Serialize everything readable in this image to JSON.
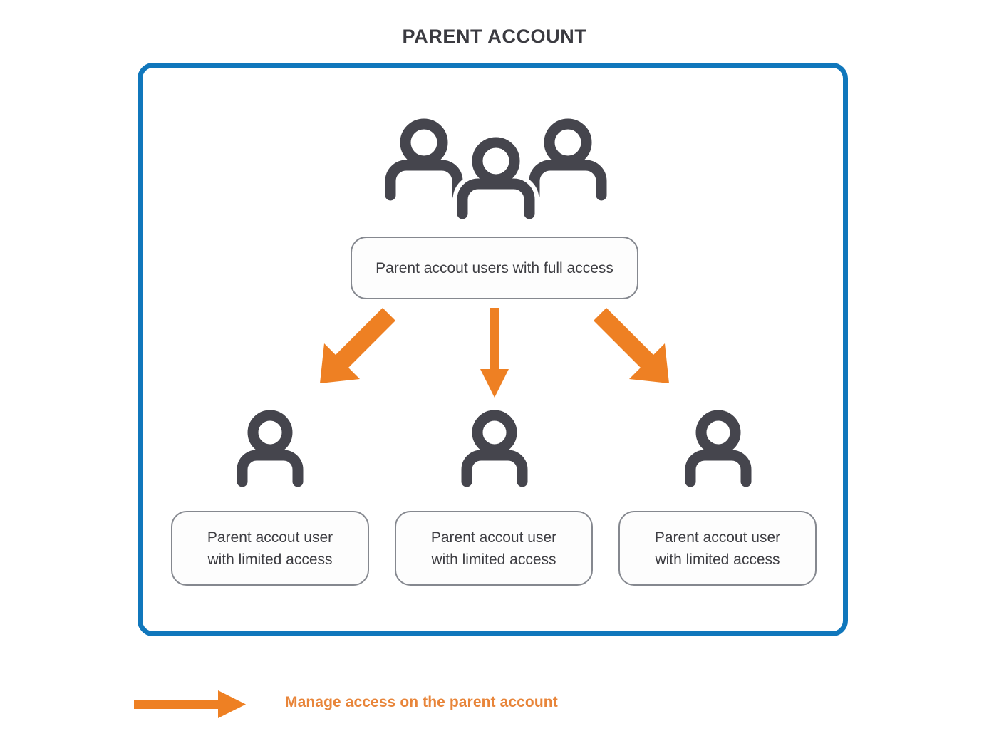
{
  "page": {
    "title": "PARENT ACCOUNT",
    "background": "#ffffff"
  },
  "colors": {
    "frame_blue": "#1077BC",
    "arrow_orange": "#EE8023",
    "legend_text_orange": "#E8853A",
    "icon_gray": "#45454D",
    "box_border_gray": "#85888f",
    "title_gray": "#3b3b41",
    "box_text_gray": "#3d3d42"
  },
  "frame": {
    "name": "parent-account-frame"
  },
  "parent_node": {
    "icon": "three-users-icon",
    "label": "Parent accout users with full access"
  },
  "child_nodes": [
    {
      "icon": "user-icon",
      "label_line_1": "Parent accout user",
      "label_line_2": "with limited access"
    },
    {
      "icon": "user-icon",
      "label_line_1": "Parent accout user",
      "label_line_2": "with limited access"
    },
    {
      "icon": "user-icon",
      "label_line_1": "Parent accout user",
      "label_line_2": "with limited access"
    }
  ],
  "arrows": [
    {
      "name": "arrow-to-child-1",
      "direction": "down-left",
      "color": "#EE8023"
    },
    {
      "name": "arrow-to-child-2",
      "direction": "down",
      "color": "#EE8023"
    },
    {
      "name": "arrow-to-child-3",
      "direction": "down-right",
      "color": "#EE8023"
    }
  ],
  "legend": {
    "arrow_icon": "right-arrow-icon",
    "label": "Manage access on the parent account"
  }
}
